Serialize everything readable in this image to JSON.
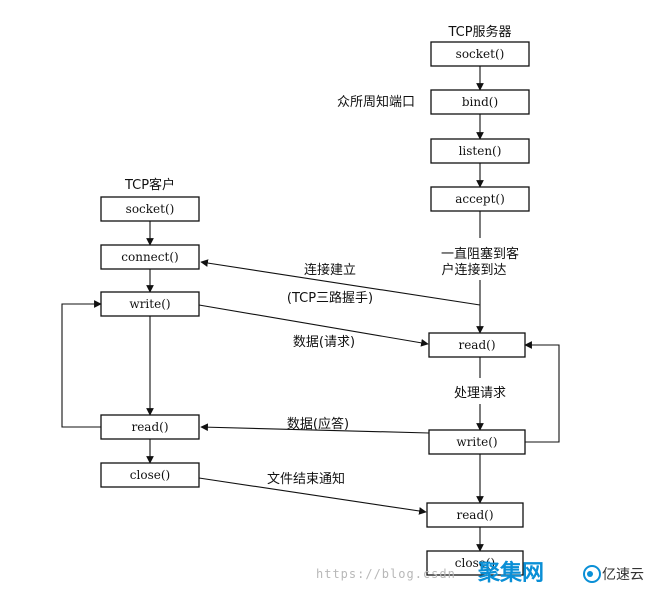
{
  "server": {
    "title": "TCP服务器",
    "boxes": {
      "socket": "socket()",
      "bind": "bind()",
      "listen": "listen()",
      "accept": "accept()",
      "read": "read()",
      "write": "write()",
      "read2": "read()",
      "close": "close()"
    },
    "bind_note": "众所周知端口",
    "block_note_line1": "一直阻塞到客",
    "block_note_line2": "户连接到达",
    "process_note": "处理请求"
  },
  "client": {
    "title": "TCP客户",
    "boxes": {
      "socket": "socket()",
      "connect": "connect()",
      "write": "write()",
      "read": "read()",
      "close": "close()"
    }
  },
  "messages": {
    "connect": "连接建立",
    "handshake": "(TCP三路握手)",
    "request": "数据(请求)",
    "reply": "数据(应答)",
    "eof": "文件结束通知"
  },
  "watermark": {
    "url": "https://blog.csdn",
    "brand_cn": "聚集网",
    "brand_logo": "亿速云"
  },
  "colors": {
    "ink": "#111111",
    "brand": "#0a8fd6",
    "watermark": "#b8b8b8"
  }
}
